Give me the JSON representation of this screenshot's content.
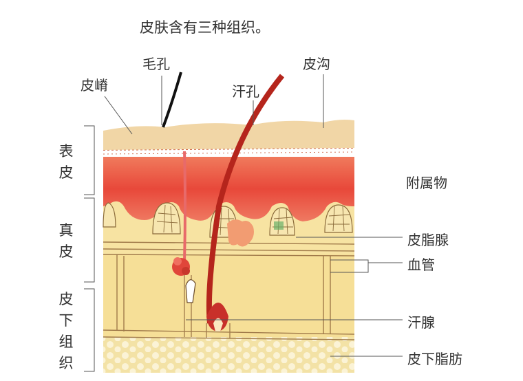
{
  "title": "皮肤含有三种组织。",
  "top_labels": {
    "pore": "毛孔",
    "skin_furrow": "皮沟",
    "skin_ridge": "皮嵴",
    "sweat_pore": "汗孔"
  },
  "layers": {
    "epidermis": "表皮",
    "dermis": "真皮",
    "subcutaneous": "皮下组织"
  },
  "right_labels": {
    "appendages": "附属物",
    "sebaceous_gland": "皮脂腺",
    "blood_vessel": "血管",
    "sweat_gland": "汗腺",
    "subcutaneous_fat": "皮下脂肪"
  },
  "colors": {
    "surface": "#f1d6a6",
    "epidermis_red": "#e8483a",
    "dermis": "#f6e19c",
    "fat": "#f8edc4",
    "hair": "#b5251c"
  }
}
